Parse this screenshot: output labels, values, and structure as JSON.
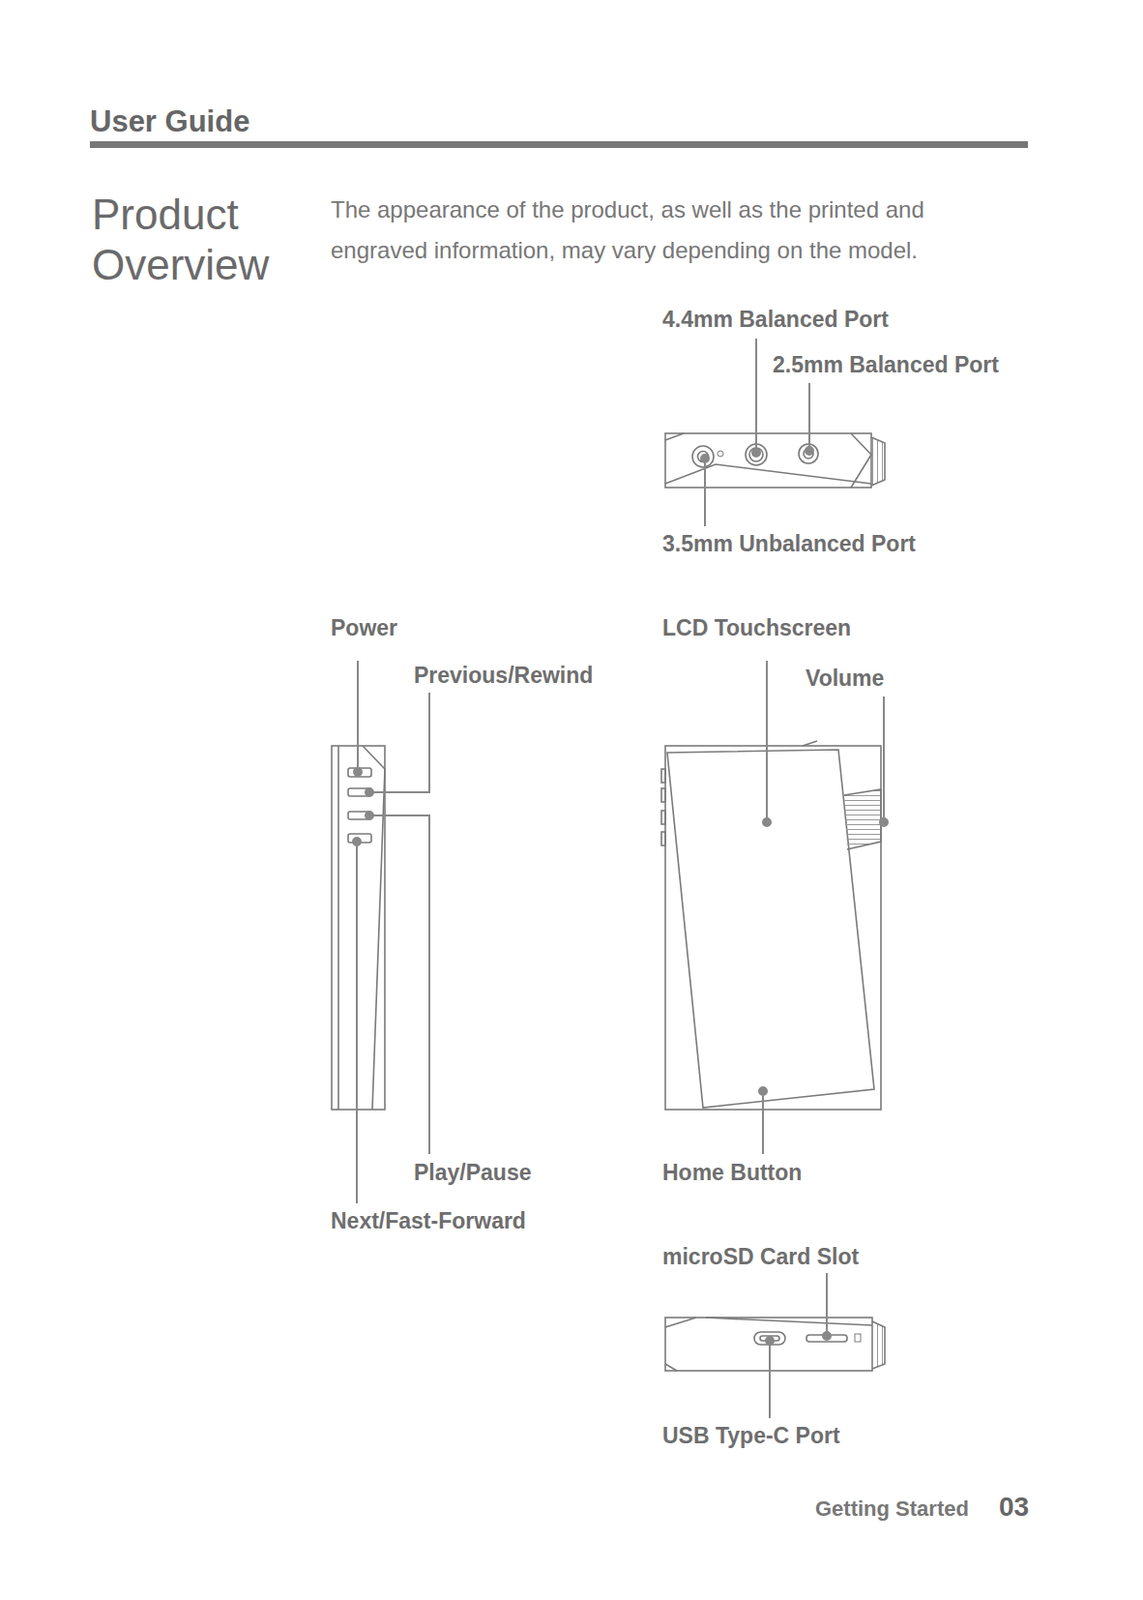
{
  "diagram": {
    "title": "Product Overview",
    "labels": [
      "User Guide",
      "The appearance of the product, as well as the printed and engraved information, may vary depending on the model.",
      "4.4mm Balanced Port",
      "2.5mm Balanced Port",
      "3.5mm Unbalanced Port",
      "Power",
      "Previous/Rewind",
      "LCD Touchscreen",
      "Volume",
      "Play/Pause",
      "Home Button",
      "Next/Fast-Forward",
      "microSD Card Slot",
      "USB Type-C Port",
      "Getting Started",
      "03"
    ]
  }
}
